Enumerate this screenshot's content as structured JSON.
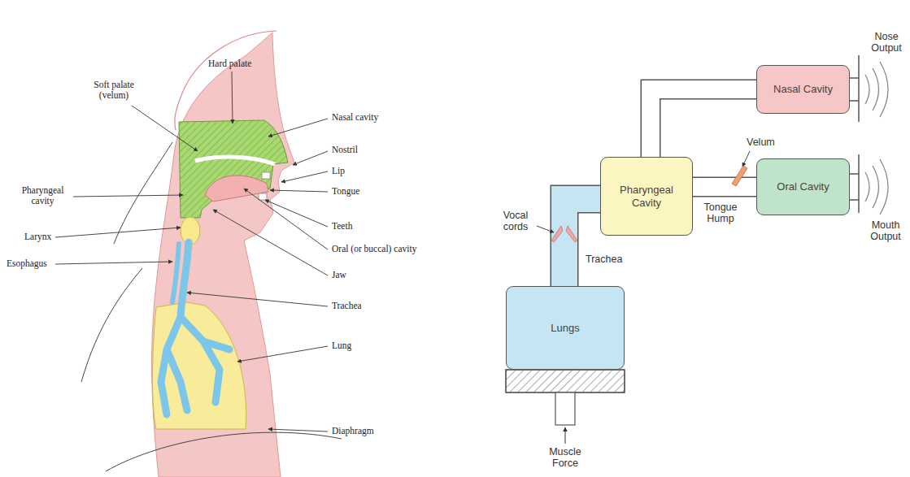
{
  "diagram": {
    "nodes": [
      {
        "text": [
          "Nasal Cavity"
        ]
      },
      {
        "text": [
          "Pharyngeal Cavity"
        ]
      },
      {
        "text": [
          "Oral Cavity"
        ]
      },
      {
        "text": [
          "Lungs"
        ]
      }
    ],
    "edges": [
      {
        "from": 3,
        "to": 1,
        "arrow": "none"
      },
      {
        "from": 1,
        "to": 0,
        "arrow": "none"
      },
      {
        "from": 1,
        "to": 2,
        "arrow": "none"
      }
    ],
    "labels": [
      "Hard palate",
      "Soft palate (velum)",
      "Nasal cavity",
      "Nostril",
      "Pharyngeal cavity",
      "Lip",
      "Tongue",
      "Larynx",
      "Teeth",
      "Esophagus",
      "Oral (or buccal) cavity",
      "Jaw",
      "Trachea",
      "Lung",
      "Diaphragm",
      "Nose Output",
      "Velum",
      "Vocal cords",
      "Tongue Hump",
      "Mouth Output",
      "Trachea",
      "Muscle Force"
    ]
  }
}
